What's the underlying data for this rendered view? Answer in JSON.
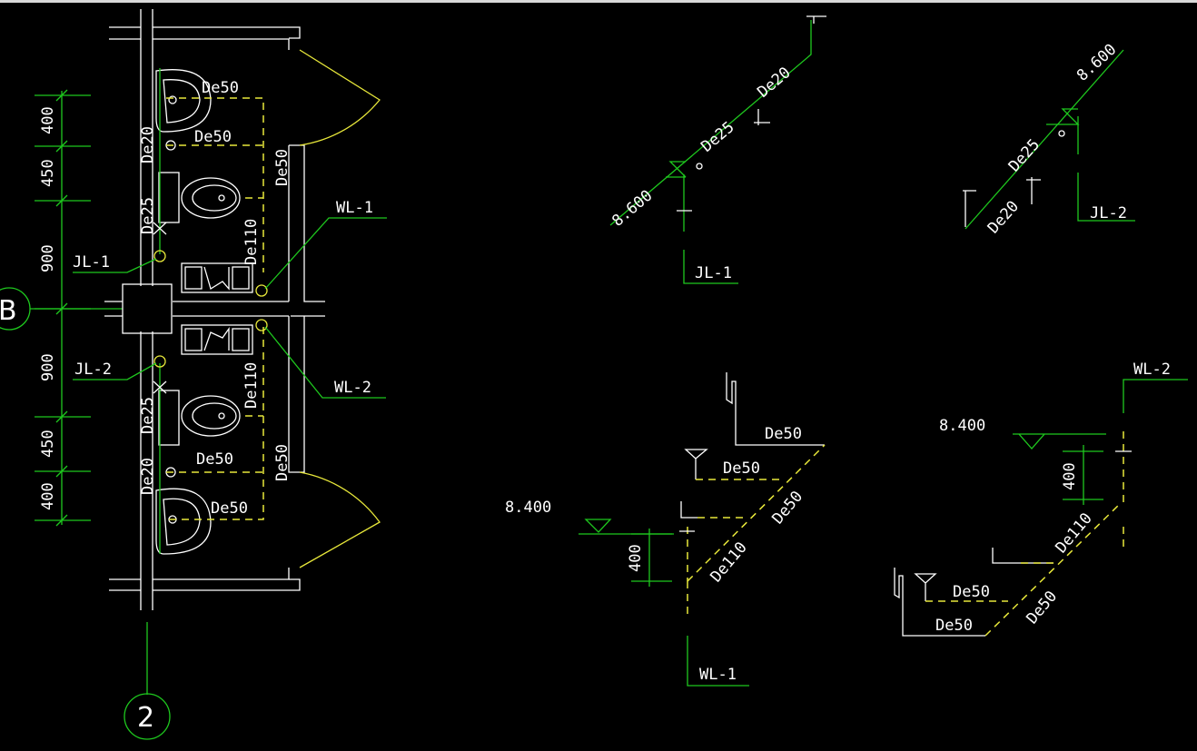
{
  "plan": {
    "grid_b": "B",
    "grid_2": "2",
    "dims": [
      "400",
      "450",
      "900",
      "900",
      "450",
      "400"
    ],
    "labels": {
      "de50_a": "De50",
      "de50_b": "De50",
      "de50_c": "De50",
      "de50_d": "De50",
      "de50_e": "De50",
      "de50_f": "De50",
      "de20_a": "De20",
      "de25_a": "De25",
      "de110_a": "De110",
      "de25_b": "De25",
      "de20_b": "De20",
      "de110_b": "De110",
      "jl1": "JL-1",
      "jl2": "JL-2",
      "wl1": "WL-1",
      "wl2": "WL-2"
    }
  },
  "jl1_diagram": {
    "elev": "8.600",
    "de20": "De20",
    "de25": "De25",
    "tag": "JL-1"
  },
  "jl2_diagram": {
    "elev": "8.600",
    "de25": "De25",
    "de20": "De20",
    "tag": "JL-2"
  },
  "wl1_diagram": {
    "elev": "8.400",
    "dim": "400",
    "de50_a": "De50",
    "de50_b": "De50",
    "de50_c": "De50",
    "de110": "De110",
    "tag": "WL-1"
  },
  "wl2_diagram": {
    "elev": "8.400",
    "dim": "400",
    "de110": "De110",
    "de50_a": "De50",
    "de50_b": "De50",
    "de50_c": "De50",
    "tag": "WL-2"
  }
}
